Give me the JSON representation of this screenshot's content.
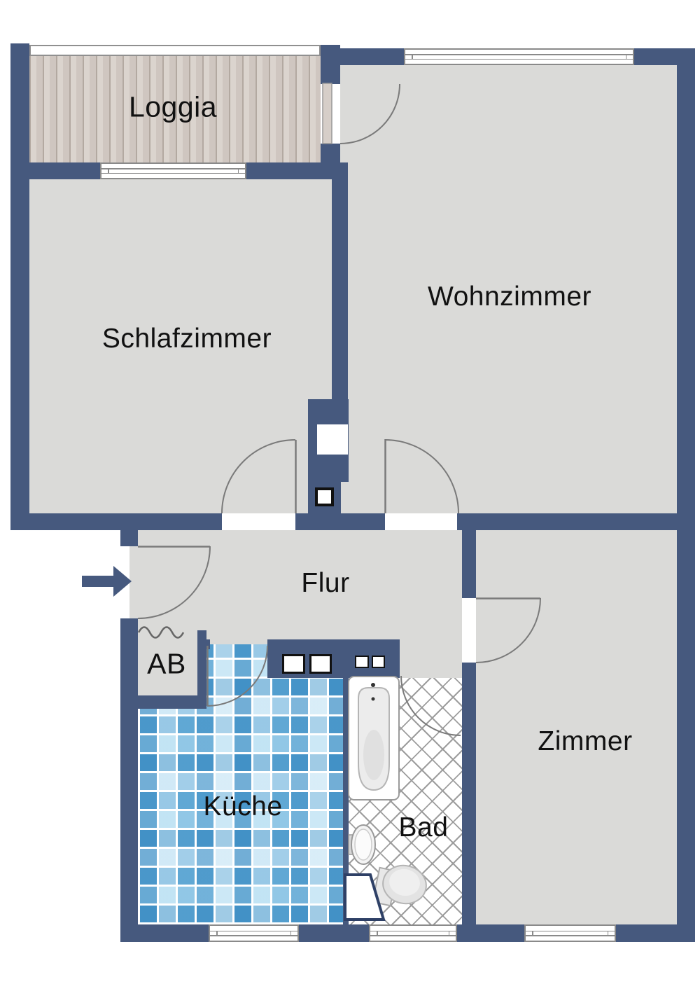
{
  "plan": {
    "type": "apartment-floor-plan",
    "rooms": {
      "loggia": "Loggia",
      "schlafzimmer": "Schlafzimmer",
      "wohnzimmer": "Wohnzimmer",
      "flur": "Flur",
      "ab": "AB",
      "kueche": "Küche",
      "bad": "Bad",
      "zimmer": "Zimmer"
    },
    "fixtures": [
      "bathtub-icon",
      "washbasin-icon",
      "toilet-icon",
      "entry-arrow-icon",
      "curtain-squiggle-icon"
    ],
    "colors": {
      "wall": "#46597E",
      "floor": "#DADAD8",
      "wood": "#D6CEC8",
      "tile_blue": "#7FC0E4",
      "arc": "#7A7A7A",
      "label": "#111111"
    }
  }
}
